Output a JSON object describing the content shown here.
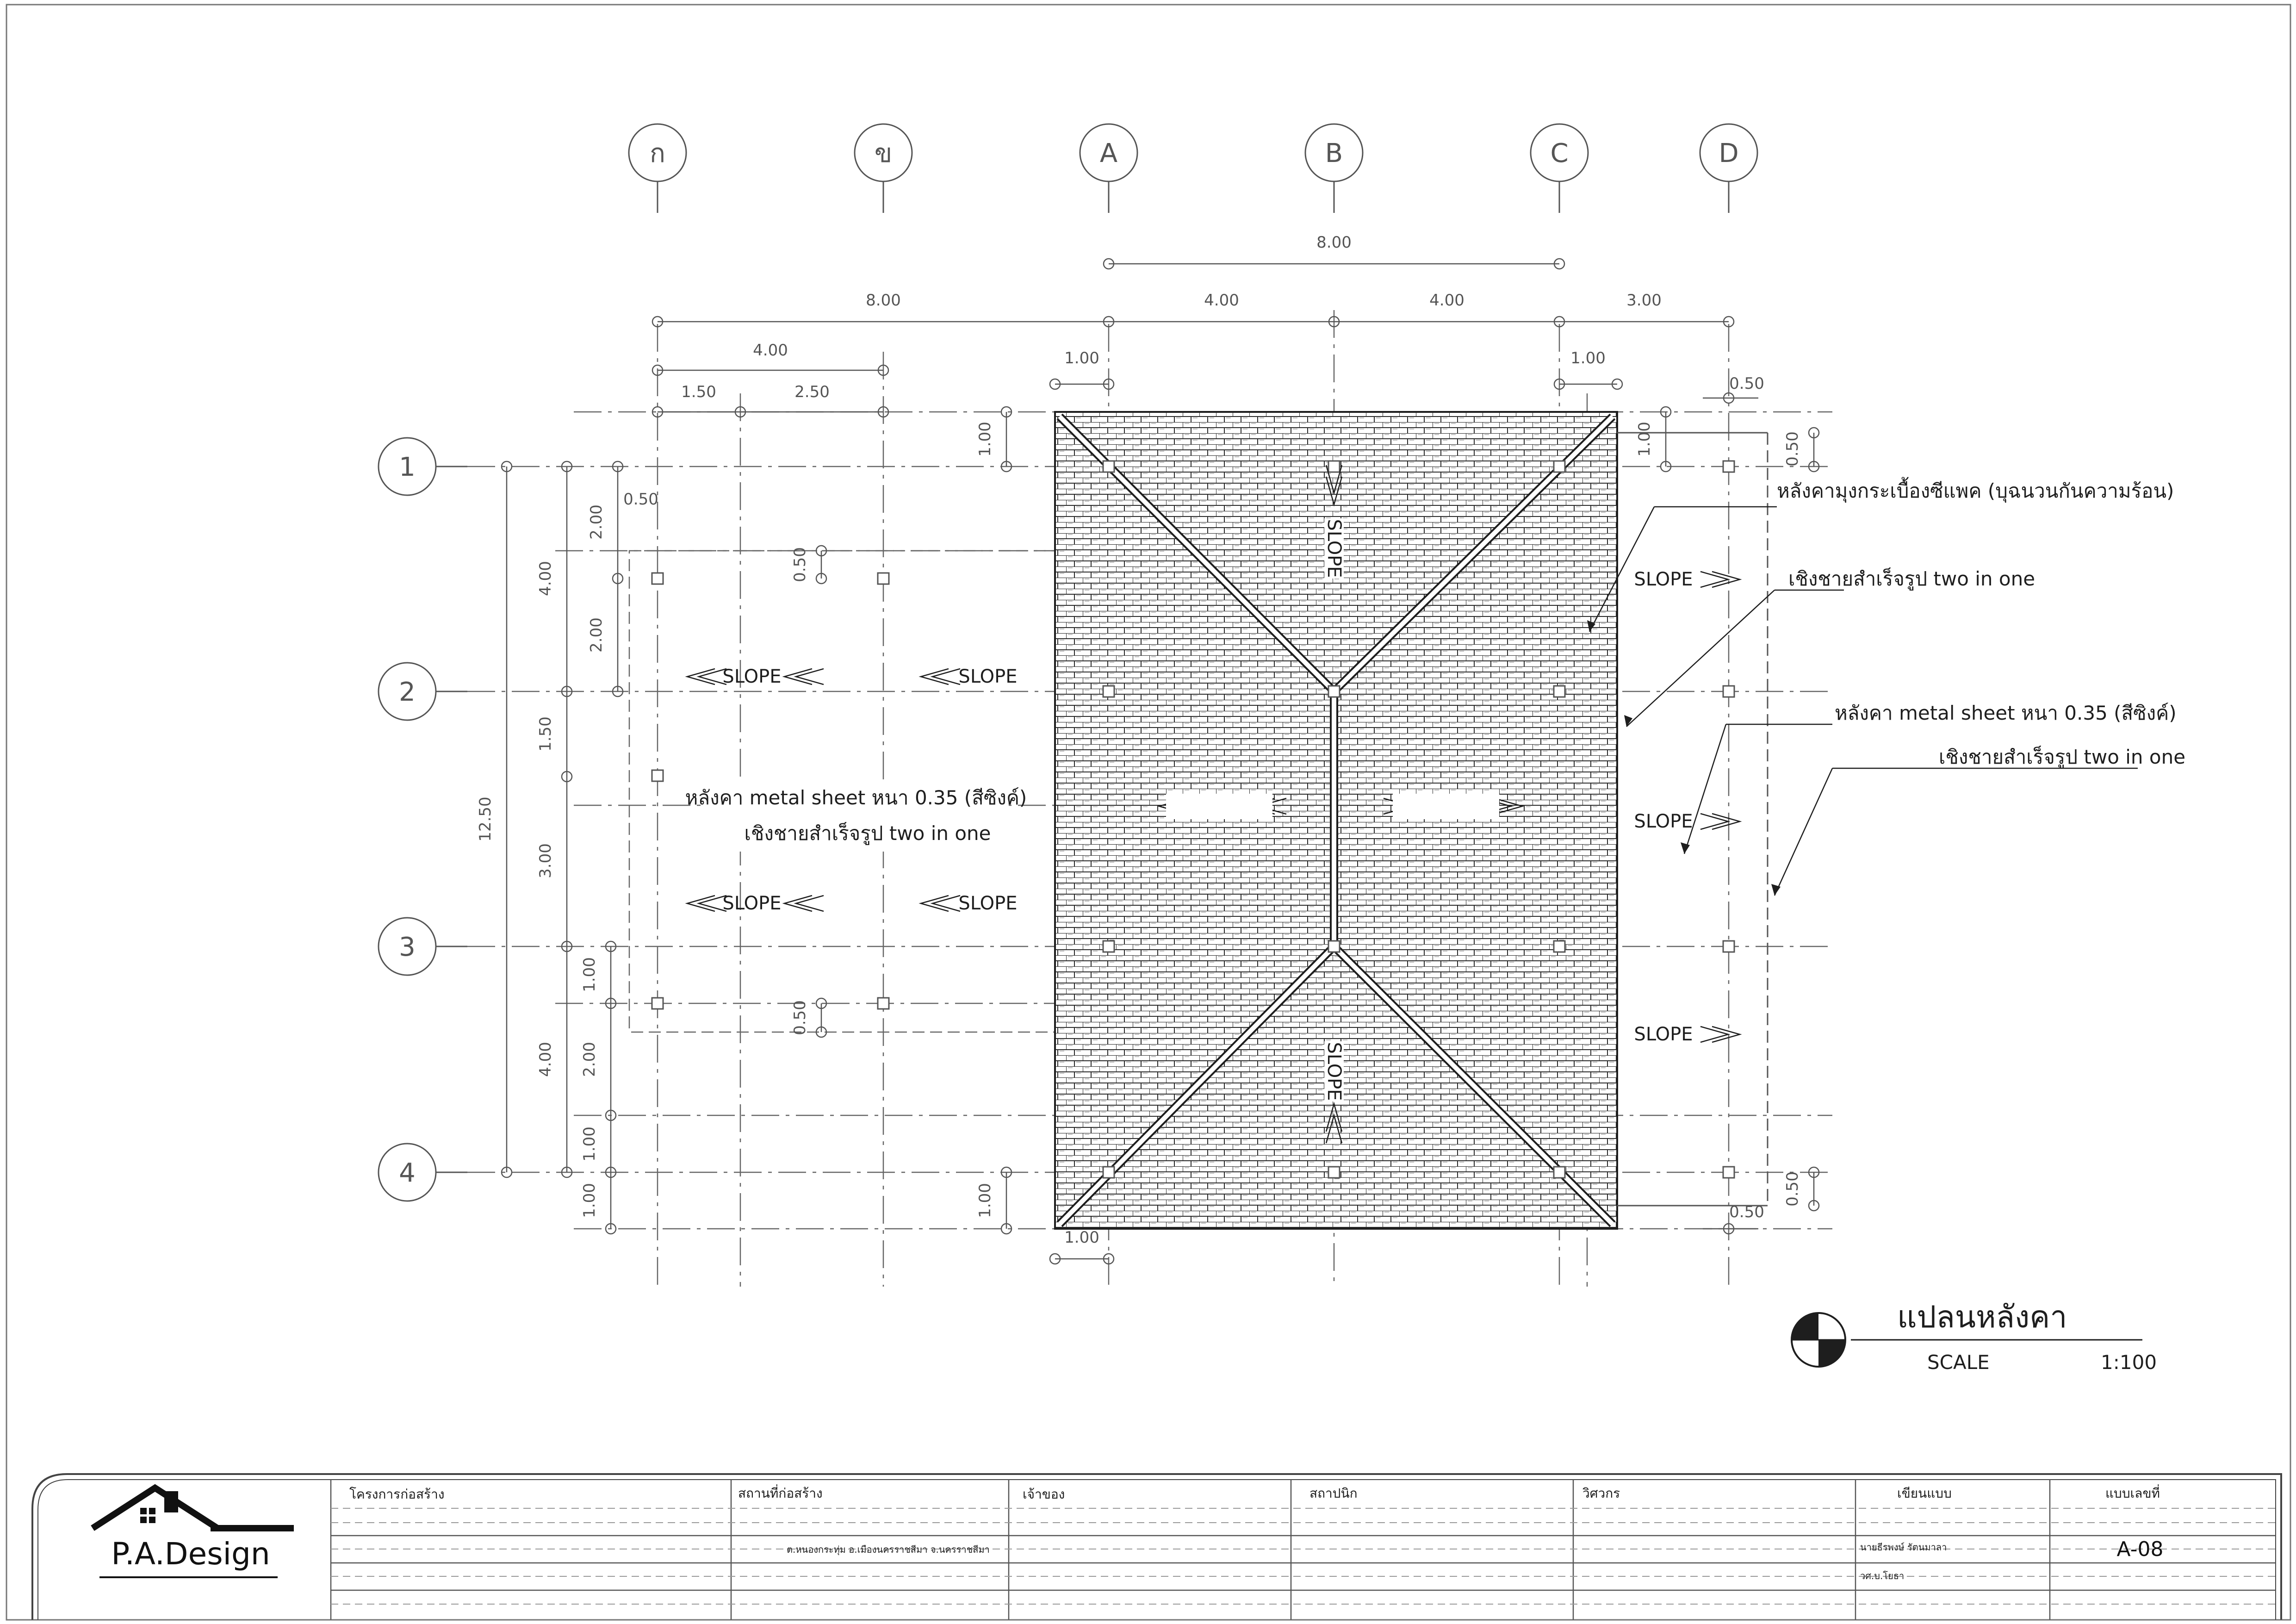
{
  "grid": {
    "columns": [
      "ก",
      "ข",
      "A",
      "B",
      "C",
      "D"
    ],
    "rows": [
      "1",
      "2",
      "3",
      "4"
    ]
  },
  "dimensions": {
    "top_overall_left": "8.00",
    "top_overall_right": "8.00",
    "top_ab": "4.00",
    "top_bc": "4.00",
    "top_cd": "3.00",
    "left_block_width": "4.00",
    "left_block_split_1": "1.50",
    "left_block_split_2": "2.50",
    "overhang_left": "1.00",
    "overhang_right": "1.00",
    "overhang_right_edge": "0.50",
    "overhang_left_bottom": "1.00",
    "overhang_right_bottom": "0.50",
    "left_total": "12.50",
    "left_row_12": "4.00",
    "left_row_23_a": "1.50",
    "left_row_23_b": "3.00",
    "left_row_34": "4.00",
    "inner_200_a": "2.00",
    "inner_200_b": "2.00",
    "inner_200_c": "2.00",
    "inner_050": "0.50",
    "inner_100_a": "1.00",
    "inner_100_b": "1.00",
    "inner_100_c": "1.00",
    "side_050_top": "0.50",
    "side_050_bottom": "0.50",
    "side_100_top": "1.00",
    "side_100_bottom": "1.00",
    "mid_050_top": "0.50",
    "mid_050_bottom": "0.50",
    "top_right_100": "1.00"
  },
  "slope_labels": {
    "text": "SLOPE"
  },
  "notes": {
    "tile_roof": "หลังคามุงกระเบื้องซีแพค  (บุฉนวนกันความร้อน)",
    "fascia_1": "เชิงชายสำเร็จรูป two in one",
    "metal_right": "หลังคา metal sheet หนา 0.35 (สีซิงค์)",
    "fascia_2": "เชิงชายสำเร็จรูป two in one",
    "metal_left": "หลังคา metal sheet หนา 0.35 (สีซิงค์)",
    "fascia_left": "เชิงชายสำเร็จรูป two in one"
  },
  "view_title": {
    "title": "แปลนหลังคา",
    "scale_label": "SCALE",
    "scale_value": "1:100"
  },
  "title_block": {
    "logo_text": "P.A.Design",
    "headers": {
      "project": "โครงการก่อสร้าง",
      "site": "สถานที่ก่อสร้าง",
      "owner": "เจ้าของ",
      "architect": "สถาปนิก",
      "engineer": "วิศวกร",
      "drawn_by": "เขียนแบบ",
      "sheet_no": "แบบเลขที่"
    },
    "site_value": "ต.หนองกระทุ่ม อ.เมืองนครราชสีมา จ.นครราชสีมา",
    "drawn_by_name": "นายธีรพงษ์  รัตนมาลา",
    "drawn_by_qual": "วศ.บ.โยธา",
    "sheet_value": "A-08"
  },
  "colors": {
    "line": "#555555",
    "dark": "#1e1e1e"
  }
}
